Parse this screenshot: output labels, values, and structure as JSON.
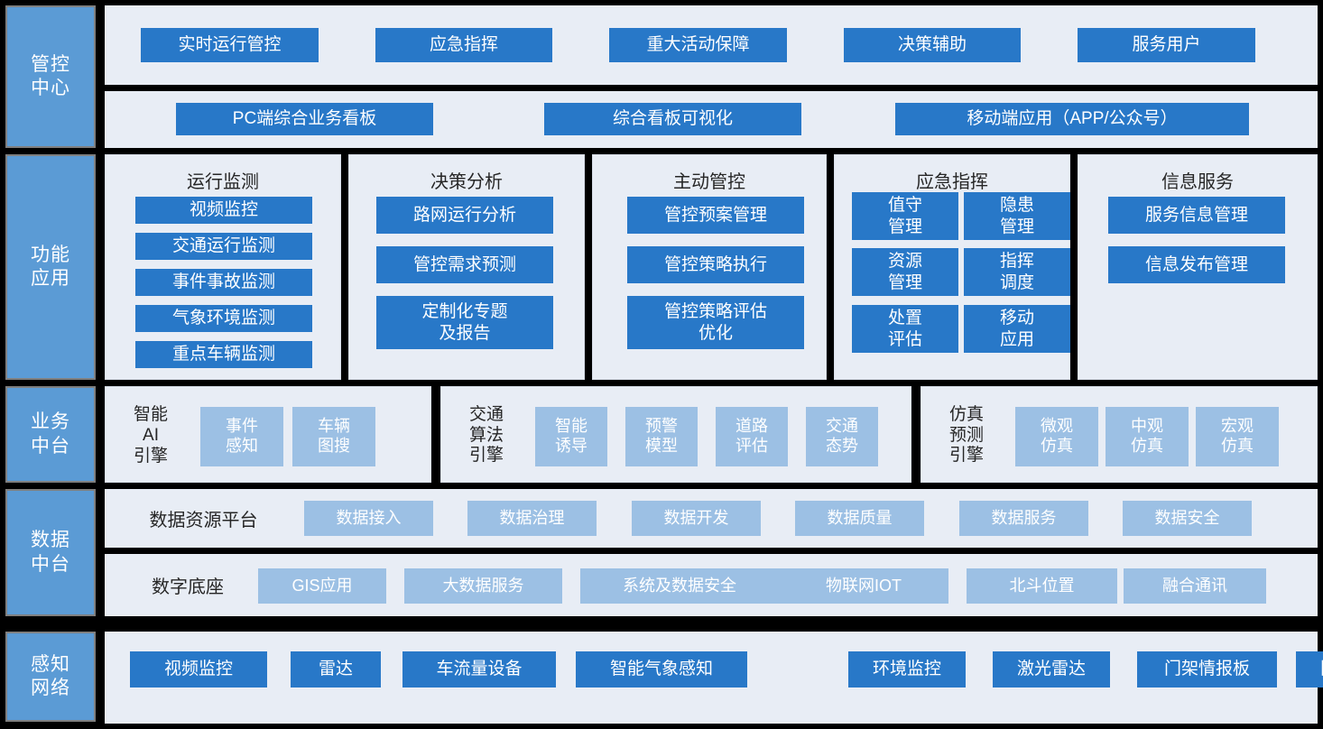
{
  "layers": [
    {
      "id": "control-center",
      "label": "管控\n中心",
      "rows": [
        {
          "id": "control-top",
          "items": [
            {
              "label": "实时运行管控"
            },
            {
              "label": "应急指挥"
            },
            {
              "label": "重大活动保障"
            },
            {
              "label": "决策辅助"
            },
            {
              "label": "服务用户"
            }
          ]
        },
        {
          "id": "control-bottom",
          "items": [
            {
              "label": "PC端综合业务看板"
            },
            {
              "label": "综合看板可视化"
            },
            {
              "label": "移动端应用（APP/公众号）"
            }
          ]
        }
      ]
    },
    {
      "id": "function-application",
      "label": "功能\n应用",
      "groups": [
        {
          "title": "运行监测",
          "layout": "single",
          "items": [
            "视频监控",
            "交通运行监测",
            "事件事故监测",
            "气象环境监测",
            "重点车辆监测"
          ]
        },
        {
          "title": "决策分析",
          "layout": "single",
          "items": [
            "路网运行分析",
            "管控需求预测",
            "定制化专题\n及报告"
          ]
        },
        {
          "title": "主动管控",
          "layout": "single",
          "items": [
            "管控预案管理",
            "管控策略执行",
            "管控策略评估\n优化"
          ]
        },
        {
          "title": "应急指挥",
          "layout": "double",
          "items": [
            "值守\n管理",
            "隐患\n管理",
            "资源\n管理",
            "指挥\n调度",
            "处置\n评估",
            "移动\n应用"
          ]
        },
        {
          "title": "信息服务",
          "layout": "single",
          "items": [
            "服务信息管理",
            "信息发布管理"
          ]
        }
      ]
    },
    {
      "id": "business-middle-platform",
      "label": "业务\n中台",
      "engines": [
        {
          "name": "智能\nAI\n引擎",
          "items": [
            "事件\n感知",
            "车辆\n图搜"
          ]
        },
        {
          "name": "交通\n算法\n引擎",
          "items": [
            "智能\n诱导",
            "预警\n模型",
            "道路\n评估",
            "交通\n态势"
          ]
        },
        {
          "name": "仿真\n预测\n引擎",
          "items": [
            "微观\n仿真",
            "中观\n仿真",
            "宏观\n仿真"
          ]
        }
      ]
    },
    {
      "id": "data-middle-platform",
      "label": "数据\n中台",
      "rows": [
        {
          "name": "数据资源平台",
          "items": [
            "数据接入",
            "数据治理",
            "数据开发",
            "数据质量",
            "数据服务",
            "数据安全"
          ]
        },
        {
          "name": "数字底座",
          "items": [
            "GIS应用",
            "大数据服务",
            "系统及数据安全",
            "物联网IOT",
            "北斗位置",
            "融合通讯"
          ]
        }
      ]
    },
    {
      "id": "perception-network",
      "label": "感知\n网络",
      "items": [
        "视频监控",
        "雷达",
        "车流量设备",
        "智能气象感知",
        "环境监控",
        "激光雷达",
        "门架情报板",
        "限速标牌"
      ]
    }
  ],
  "colors": {
    "sidebar": "#5B9BD5",
    "primary": "#2878C8",
    "secondary": "#9CC0E4",
    "panel": "#E8EDF5",
    "background": "#000000"
  }
}
